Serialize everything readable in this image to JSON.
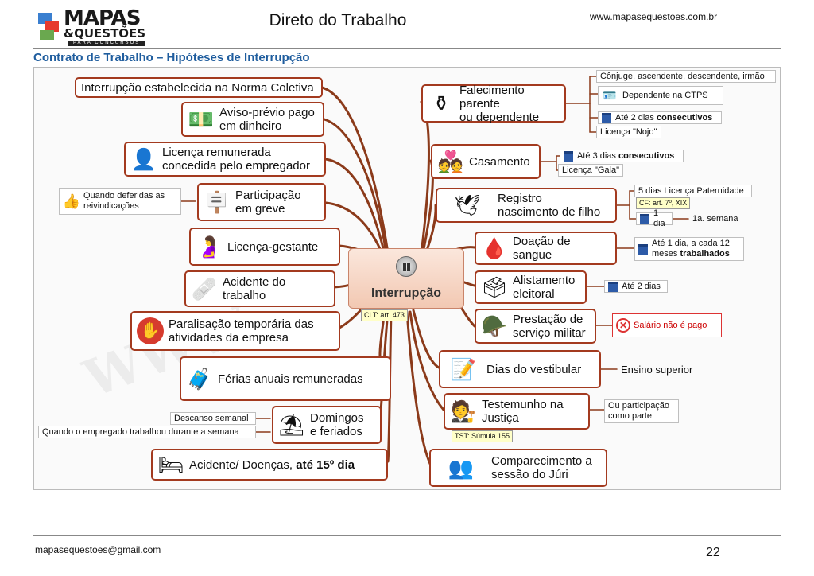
{
  "header": {
    "logo_line1": "MAPAS",
    "logo_line2": "&QUESTÕES",
    "logo_line3": "PARA CONCURSOS",
    "doc_title": "Direto do Trabalho",
    "site_url": "www.mapasequestoes.com.br"
  },
  "section_title": "Contrato de Trabalho – Hipóteses de Interrupção",
  "center": {
    "label": "Interrupção",
    "tag": "CLT: art. 473"
  },
  "left_nodes": [
    {
      "text": "Interrupção estabelecida na Norma Coletiva",
      "icon": "none"
    },
    {
      "text": "Aviso-prévio pago\nem dinheiro",
      "icon": "money-icon"
    },
    {
      "text": "Licença remunerada\nconcedida pelo empregador",
      "icon": "person-clock-icon"
    },
    {
      "text": "Participação\nem greve",
      "icon": "protest-icon"
    },
    {
      "text": "Licença-gestante",
      "icon": "pregnant-icon"
    },
    {
      "text": "Acidente do trabalho",
      "icon": "injured-person-icon"
    },
    {
      "text": "Paralisação temporária das\natividades da empresa",
      "icon": "stop-hand-icon"
    },
    {
      "text": "Férias anuais remuneradas",
      "icon": "vacation-icon"
    },
    {
      "text": "Domingos\ne feriados",
      "icon": "beach-umbrella-icon"
    },
    {
      "text_prefix": "Acidente/ Doenças, ",
      "text_bold": "até 15º dia",
      "icon": "hospital-bed-icon"
    }
  ],
  "left_notes": {
    "greve": "Quando deferidas as\nreivindicações",
    "descanso": "Descanso semanal",
    "domingo": "Quando o empregado trabalhou durante a semana"
  },
  "right_nodes": [
    {
      "text": "Falecimento parente\nou dependente",
      "icon": "coffin-icon"
    },
    {
      "text": "Casamento",
      "icon": "wedding-couple-icon"
    },
    {
      "text": "Registro\nnascimento de filho",
      "icon": "stork-icon"
    },
    {
      "text": "Doação de sangue",
      "icon": "blood-bag-icon"
    },
    {
      "text": "Alistamento\neleitoral",
      "icon": "ballot-icon"
    },
    {
      "text": "Prestação de\nserviço militar",
      "icon": "soldier-icon"
    },
    {
      "text": "Dias do vestibular",
      "icon": "exam-icon"
    },
    {
      "text": "Testemunho na\nJustiça",
      "icon": "witness-icon"
    },
    {
      "text": "Comparecimento a\nsessão do Júri",
      "icon": "jury-icon"
    }
  ],
  "right_notes": {
    "falec_1": "Cônjuge, ascendente, descendente, irmão",
    "falec_2": "Dependente na CTPS",
    "falec_3_prefix": "Até 2 dias ",
    "falec_3_bold": "consecutivos",
    "falec_4": "Licença \"Nojo\"",
    "casam_1_prefix": "Até 3 dias ",
    "casam_1_bold": "consecutivos",
    "casam_2": "Licença \"Gala\"",
    "reg_1": "5 dias Licença Paternidade",
    "reg_tag": "CF: art. 7º, XIX",
    "reg_2": "1 dia",
    "reg_3": "1a. semana",
    "doacao_1": "Até 1 dia, a cada 12",
    "doacao_2_prefix": "meses ",
    "doacao_2_bold": "trabalhados",
    "alist": "Até 2 dias",
    "militar": "Salário não é pago",
    "vestibular": "Ensino superior",
    "testemunho": "Ou participação\ncomo parte",
    "testemunho_tag": "TST: Súmula 155"
  },
  "footer": {
    "email": "mapasequestoes@gmail.com",
    "page": "22"
  },
  "colors": {
    "branch": "#8b3a1a",
    "box_border": "#a33a1f",
    "title_blue": "#1f5d9e"
  }
}
